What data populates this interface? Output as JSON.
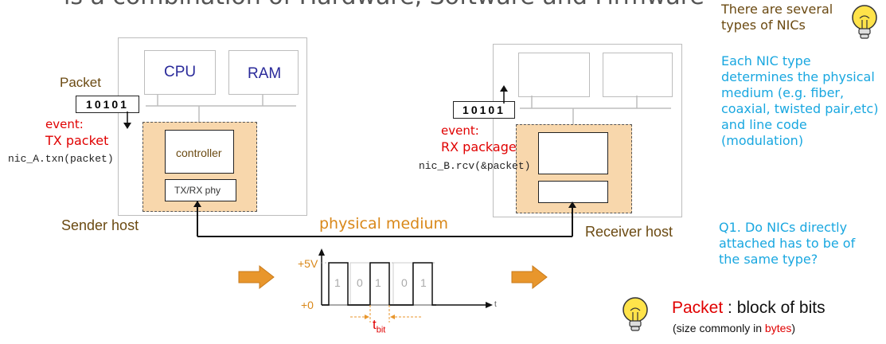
{
  "top_title_partial": "is a combination of Hardware, Software and Firmware",
  "sender": {
    "cpu": "CPU",
    "ram": "RAM",
    "controller": "controller",
    "phy": "TX/RX phy",
    "packet_label": "Packet",
    "bits": "10101",
    "event_title": "event:",
    "event_name": "TX packet",
    "call": "nic_A.txn(packet)",
    "host_label": "Sender host"
  },
  "receiver": {
    "bits": "10101",
    "event_title": "event:",
    "event_name": "RX package",
    "call": "nic_B.rcv(&packet)",
    "host_label": "Receiver host"
  },
  "medium_label": "physical medium",
  "signal": {
    "v_high": "+5V",
    "v_low": "+0",
    "bits": [
      "1",
      "0",
      "1",
      "0",
      "1"
    ],
    "t_main": "t",
    "t_sub": "bit",
    "axis_end": "t"
  },
  "notes": {
    "types": "There are several types of NICs",
    "medium": "Each NIC type determines the physical medium (e.g. fiber, coaxial, twisted pair,etc) and line code (modulation)",
    "question": "Q1. Do NICs directly attached has to be of the same type?"
  },
  "definition": {
    "term": "Packet",
    "sep": " : block of bits",
    "size_pre": "(size commonly in ",
    "size_red": "bytes",
    "size_post": ")"
  },
  "colors": {
    "nic_fill": "#f8d7ac",
    "arrow_orange": "#e8962c",
    "red": "#e00000",
    "cyan_note": "#19a7e0",
    "cpu_text": "#2a2a9a"
  },
  "icons": [
    "lightbulb-icon",
    "right-arrow-icon"
  ]
}
